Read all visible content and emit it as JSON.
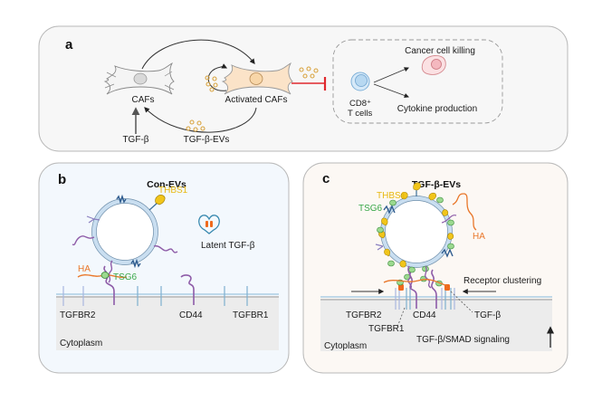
{
  "figure": {
    "panels": {
      "a": {
        "letter": "a",
        "labels": {
          "cafs": "CAFs",
          "activated_cafs": "Activated CAFs",
          "tgfb": "TGF-β",
          "tgfb_evs": "TGF-β-EVs",
          "cd8_line1": "CD8⁺",
          "cd8_line2": "T cells",
          "cancer_killing": "Cancer cell killing",
          "cytokine": "Cytokine production"
        },
        "colors": {
          "panel_bg": "#f7f7f7",
          "caf_fill": "#f4f4f4",
          "activated_caf_fill": "#fbe3c8",
          "ev_color": "#d9a441",
          "inhibit_color": "#e0282e",
          "tcell_color": "#9fc9ea",
          "cancer_cell_color": "#f5c4c8"
        }
      },
      "b": {
        "letter": "b",
        "title": "Con-EVs",
        "labels": {
          "thbs1": "THBS1",
          "latent_tgfb": "Latent TGF-β",
          "ha": "HA",
          "tsg6": "TSG6",
          "tgfbr2": "TGFBR2",
          "cd44": "CD44",
          "tgfbr1": "TGFBR1",
          "cytoplasm": "Cytoplasm"
        },
        "colors": {
          "panel_bg": "#f3f8fd"
        }
      },
      "c": {
        "letter": "c",
        "title": "TGF-β-EVs",
        "labels": {
          "thbs1": "THBS1",
          "tsg6": "TSG6",
          "ha": "HA",
          "receptor_clustering": "Receptor clustering",
          "tgfbr2": "TGFBR2",
          "cd44": "CD44",
          "tgfb": "TGF-β",
          "tgfbr1": "TGFBR1",
          "smad": "TGF-β/SMAD signaling",
          "cytoplasm": "Cytoplasm"
        },
        "colors": {
          "panel_bg": "#fcf8f4"
        }
      }
    },
    "colors": {
      "thbs1": "#e8b810",
      "tsg6": "#3aa84a",
      "ha": "#e9772a",
      "cd44": "#8e5ca8",
      "membrane": "#9cc4e0",
      "ev_membrane": "#c9def0",
      "receptor_blue": "#7fa9cf",
      "tgfb_orange": "#ef6a1d",
      "cytoplasm_bg": "#ececec"
    }
  }
}
